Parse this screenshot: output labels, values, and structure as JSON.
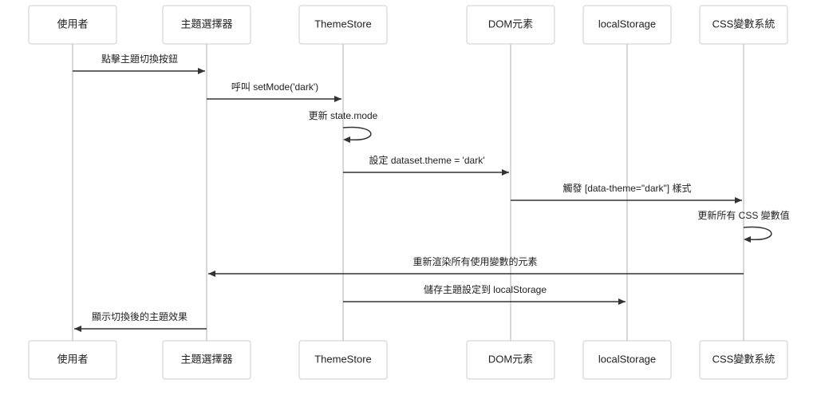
{
  "participants": [
    {
      "id": "user",
      "label": "使用者"
    },
    {
      "id": "switcher",
      "label": "主題選擇器"
    },
    {
      "id": "store",
      "label": "ThemeStore"
    },
    {
      "id": "dom",
      "label": "DOM元素"
    },
    {
      "id": "storage",
      "label": "localStorage"
    },
    {
      "id": "css",
      "label": "CSS變數系統"
    }
  ],
  "messages": [
    {
      "from": "user",
      "to": "switcher",
      "label": "點擊主題切換按鈕"
    },
    {
      "from": "switcher",
      "to": "store",
      "label": "呼叫 setMode('dark')"
    },
    {
      "from": "store",
      "to": "store",
      "label": "更新 state.mode"
    },
    {
      "from": "store",
      "to": "dom",
      "label": "設定 dataset.theme = 'dark'"
    },
    {
      "from": "dom",
      "to": "css",
      "label": "觸發 [data-theme=\"dark\"] 樣式"
    },
    {
      "from": "css",
      "to": "css",
      "label": "更新所有 CSS 變數值"
    },
    {
      "from": "css",
      "to": "switcher",
      "label": "重新渲染所有使用變數的元素"
    },
    {
      "from": "store",
      "to": "storage",
      "label": "儲存主題設定到 localStorage"
    },
    {
      "from": "switcher",
      "to": "user",
      "label": "顯示切換後的主題效果"
    }
  ],
  "colors": {
    "line": "#333333",
    "lifeline": "#cccccc",
    "box_border": "#cccccc"
  }
}
